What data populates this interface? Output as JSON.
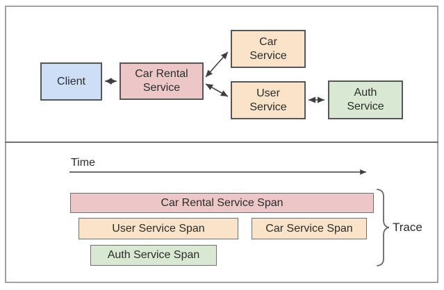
{
  "colors": {
    "client_blue": "#cddef6",
    "rental_pink": "#edc7c7",
    "service_orange": "#fbe3c9",
    "auth_green": "#d9e8d2"
  },
  "architecture": {
    "client": "Client",
    "car_rental_service": "Car Rental Service",
    "car_service": "Car Service",
    "user_service": "User Service",
    "auth_service": "Auth Service"
  },
  "trace_section": {
    "time_label": "Time",
    "trace_label": "Trace",
    "car_rental_span": "Car Rental Service Span",
    "user_span": "User Service Span",
    "car_span": "Car Service Span",
    "auth_span": "Auth Service Span"
  }
}
